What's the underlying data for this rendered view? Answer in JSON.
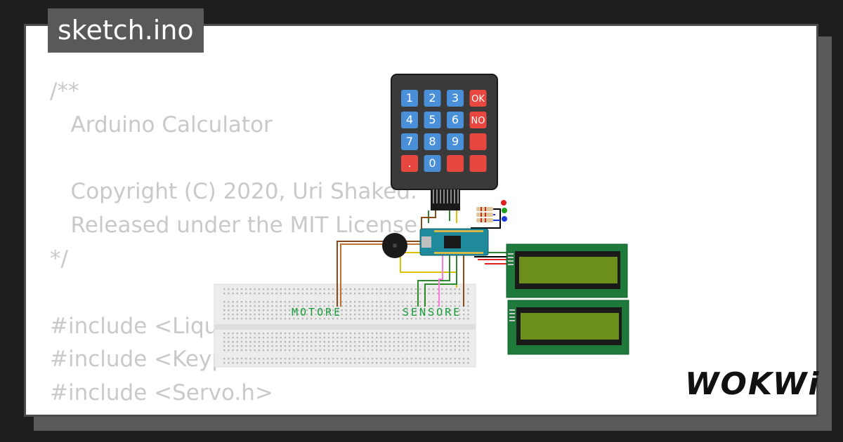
{
  "file_tab": {
    "label": "sketch.ino"
  },
  "code_lines": [
    "/**",
    "   Arduino Calculator",
    "",
    "   Copyright (C) 2020, Uri Shaked.",
    "   Released under the MIT License.",
    "*/",
    "",
    "#include <LiquidCrystal.h>",
    "#include <Keypad.h>",
    "#include <Servo.h>"
  ],
  "keypad": {
    "keys": [
      [
        "1",
        "2",
        "3",
        "OK"
      ],
      [
        "4",
        "5",
        "6",
        "NO"
      ],
      [
        "7",
        "8",
        "9",
        ""
      ],
      [
        ".",
        "0",
        "",
        ""
      ]
    ]
  },
  "breadboard": {
    "label_left": "MOTORE",
    "label_right": "SENSORE"
  },
  "brand": {
    "logo": "WOKWi"
  },
  "colors": {
    "code_text": "#c9c9c9",
    "key_blue": "#4a90d9",
    "key_red": "#e8473f",
    "keypad_body": "#3a3a3a",
    "arduino": "#1f8a9c",
    "lcd_pcb": "#1e7a3a",
    "lcd_screen": "#6b8f1a",
    "breadboard": "#ececec",
    "breadboard_label": "#1a9e3a"
  }
}
